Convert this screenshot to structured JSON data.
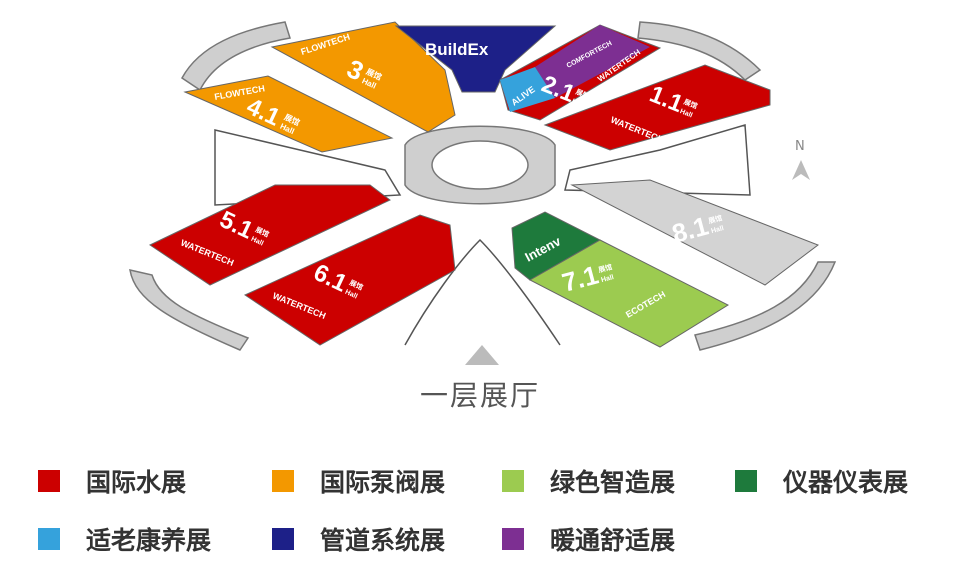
{
  "floor_title": "一层展厅",
  "north_label": "N",
  "hall_cn": "展馆",
  "hall_en": "Hall",
  "halls": [
    {
      "number": "3",
      "brand": "FLOWTECH",
      "color": "#F39800"
    },
    {
      "number": "4.1",
      "brand": "FLOWTECH",
      "color": "#F39800"
    },
    {
      "number": "2.1",
      "brand": "WATERTECH",
      "sub_brands": [
        "COMFORTECH",
        "ALIVE"
      ],
      "color": "#CC0000"
    },
    {
      "number": "1.1",
      "brand": "WATERTECH",
      "color": "#CC0000"
    },
    {
      "number": "5.1",
      "brand": "WATERTECH",
      "color": "#CC0000"
    },
    {
      "number": "6.1",
      "brand": "WATERTECH",
      "color": "#CC0000"
    },
    {
      "number": "7.1",
      "brand": "ECOTECH",
      "sub_brands": [
        "Intenv"
      ],
      "color": "#9CCB50"
    },
    {
      "number": "8.1",
      "brand": "",
      "color": "#D3D3D3"
    }
  ],
  "buildex_label": "BuildEx",
  "legend": [
    {
      "label": "国际水展",
      "color": "#CC0000"
    },
    {
      "label": "国际泵阀展",
      "color": "#F39800"
    },
    {
      "label": "绿色智造展",
      "color": "#9CCB50"
    },
    {
      "label": "仪器仪表展",
      "color": "#1E7A3C"
    },
    {
      "label": "适老康养展",
      "color": "#35A2DC"
    },
    {
      "label": "管道系统展",
      "color": "#1D2088"
    },
    {
      "label": "暖通舒适展",
      "color": "#7D2F92"
    }
  ]
}
